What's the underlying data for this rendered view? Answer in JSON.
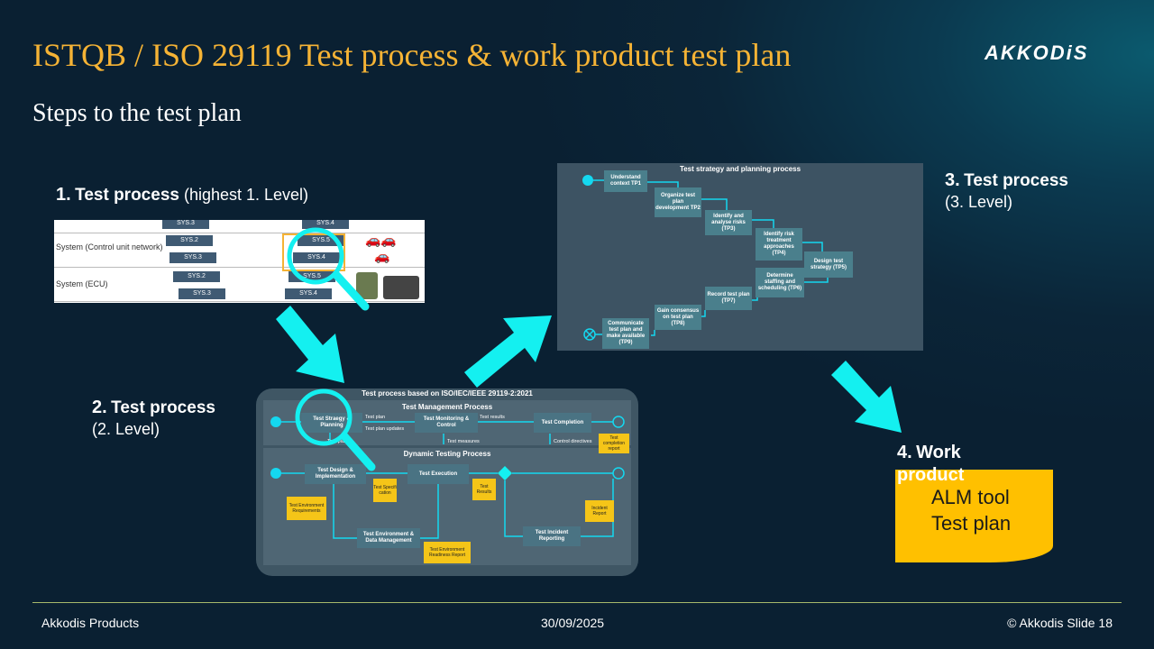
{
  "title": "ISTQB / ISO 29119 Test process & work product test plan",
  "subtitle": "Steps to the test plan",
  "logo": "AKKODiS",
  "label1": {
    "num": "1.",
    "bold": "Test process",
    "rest": " (highest 1. Level)"
  },
  "label2": {
    "num": "2.",
    "bold": "Test process",
    "rest": "(2. Level)"
  },
  "label3": {
    "num": "3.",
    "bold": "Test process",
    "rest": "(3. Level)"
  },
  "label4": {
    "num": "4.",
    "bold": "Work product"
  },
  "work_product": {
    "line1": "ALM tool",
    "line2": "Test plan"
  },
  "shot1": {
    "row_control": "System (Control unit network)",
    "row_ecu": "System (ECU)",
    "sys": [
      "SYS.3",
      "SYS.4",
      "SYS.2",
      "SYS.5",
      "SYS.3",
      "SYS.4",
      "SYS.2",
      "SYS.5",
      "SYS.3",
      "SYS.4"
    ]
  },
  "shot2": {
    "title": "Test strategy and planning process",
    "steps": [
      "Understand context TP1",
      "Organize test plan development TP2",
      "Identify and analyse risks (TP3)",
      "Identify risk treatment approaches (TP4)",
      "Design test strategy (TP5)",
      "Determine staffing and scheduling (TP6)",
      "Record test plan (TP7)",
      "Gain consensus on test plan (TP8)",
      "Communicate test plan and make available (TP9)"
    ]
  },
  "shot3": {
    "title": "Test process based on ISO/IEC/IEEE 29119-2:2021",
    "mgmt_title": "Test Management Process",
    "dyn_title": "Dynamic Testing Process",
    "strategy": "Test Straegy & Planning",
    "monitoring": "Test Monitoring & Control",
    "completion": "Test Completion",
    "design": "Test Design & Implementation",
    "execution": "Test Execution",
    "environment": "Test Environment & Data Management",
    "incident": "Test Incident Reporting",
    "t_plan": "Test plan",
    "t_plan_updates": "Test plan updates",
    "t_results": "Test results",
    "t_plan2": "Test plan",
    "t_measures": "Test measures",
    "control": "Control directives",
    "n_completion": "Test completion report",
    "n_env_req": "Test Environment Requirements",
    "n_spec": "Test Specifi cation",
    "n_results": "Test Results",
    "n_incident": "Incident Report",
    "n_readiness": "Test Environment Readiness Report"
  },
  "footer": {
    "left": "Akkodis Products",
    "center": "30/09/2025",
    "right": "© Akkodis Slide 18"
  },
  "colors": {
    "title": "#f5b335",
    "arrow": "#14f0f0",
    "note": "#ffc000"
  }
}
